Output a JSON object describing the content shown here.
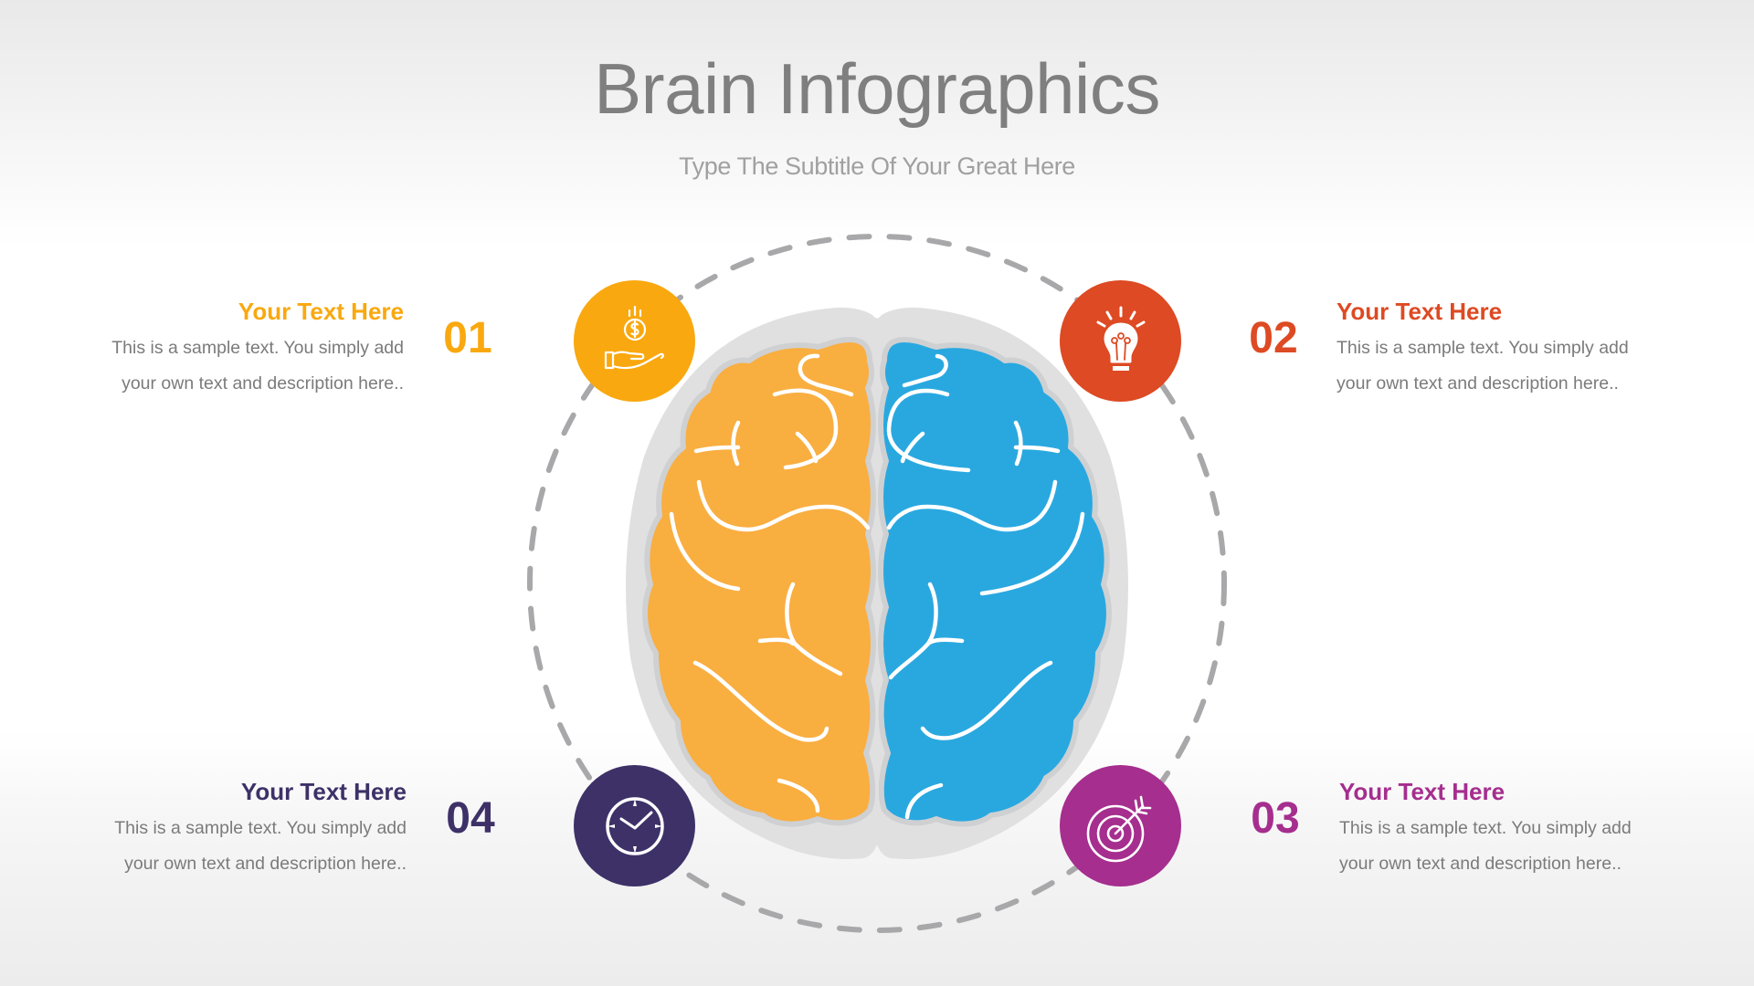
{
  "header": {
    "title": "Brain Infographics",
    "subtitle": "Type The Subtitle Of Your Great Here"
  },
  "colors": {
    "item1": "#F9A80F",
    "item2": "#DD4A23",
    "item3": "#A52E8E",
    "item4": "#3E3168",
    "brain_left": "#F9AE40",
    "brain_right": "#29A8E0",
    "brain_backdrop": "#E0E0E0",
    "dashed_ring": "#A8A8AA",
    "body_text": "#7B7B7B"
  },
  "items": [
    {
      "number": "01",
      "heading": "Your Text Here",
      "body": "This is a sample text. You simply add your own text and description here..",
      "body_line1": "This is a sample text. You simply add",
      "body_line2": "your own text and description here..",
      "icon": "money-hand-icon",
      "position": "top-left",
      "color": "#F9A80F"
    },
    {
      "number": "02",
      "heading": "Your Text Here",
      "body": "This is a sample text. You simply add your own text and description here..",
      "body_line1": "This is a sample text. You simply add",
      "body_line2": "your own text and description here..",
      "icon": "lightbulb-icon",
      "position": "top-right",
      "color": "#DD4A23"
    },
    {
      "number": "03",
      "heading": "Your Text Here",
      "body": "This is a sample text. You simply add your own text and description here..",
      "body_line1": "This is a sample text. You simply add",
      "body_line2": "your own text and description here..",
      "icon": "target-arrow-icon",
      "position": "bottom-right",
      "color": "#A52E8E"
    },
    {
      "number": "04",
      "heading": "Your Text Here",
      "body": "This is a sample text. You simply add your own text and description here..",
      "body_line1": "This is a sample text. You simply add",
      "body_line2": "your own text and description here..",
      "icon": "clock-icon",
      "position": "bottom-left",
      "color": "#3E3168"
    }
  ]
}
